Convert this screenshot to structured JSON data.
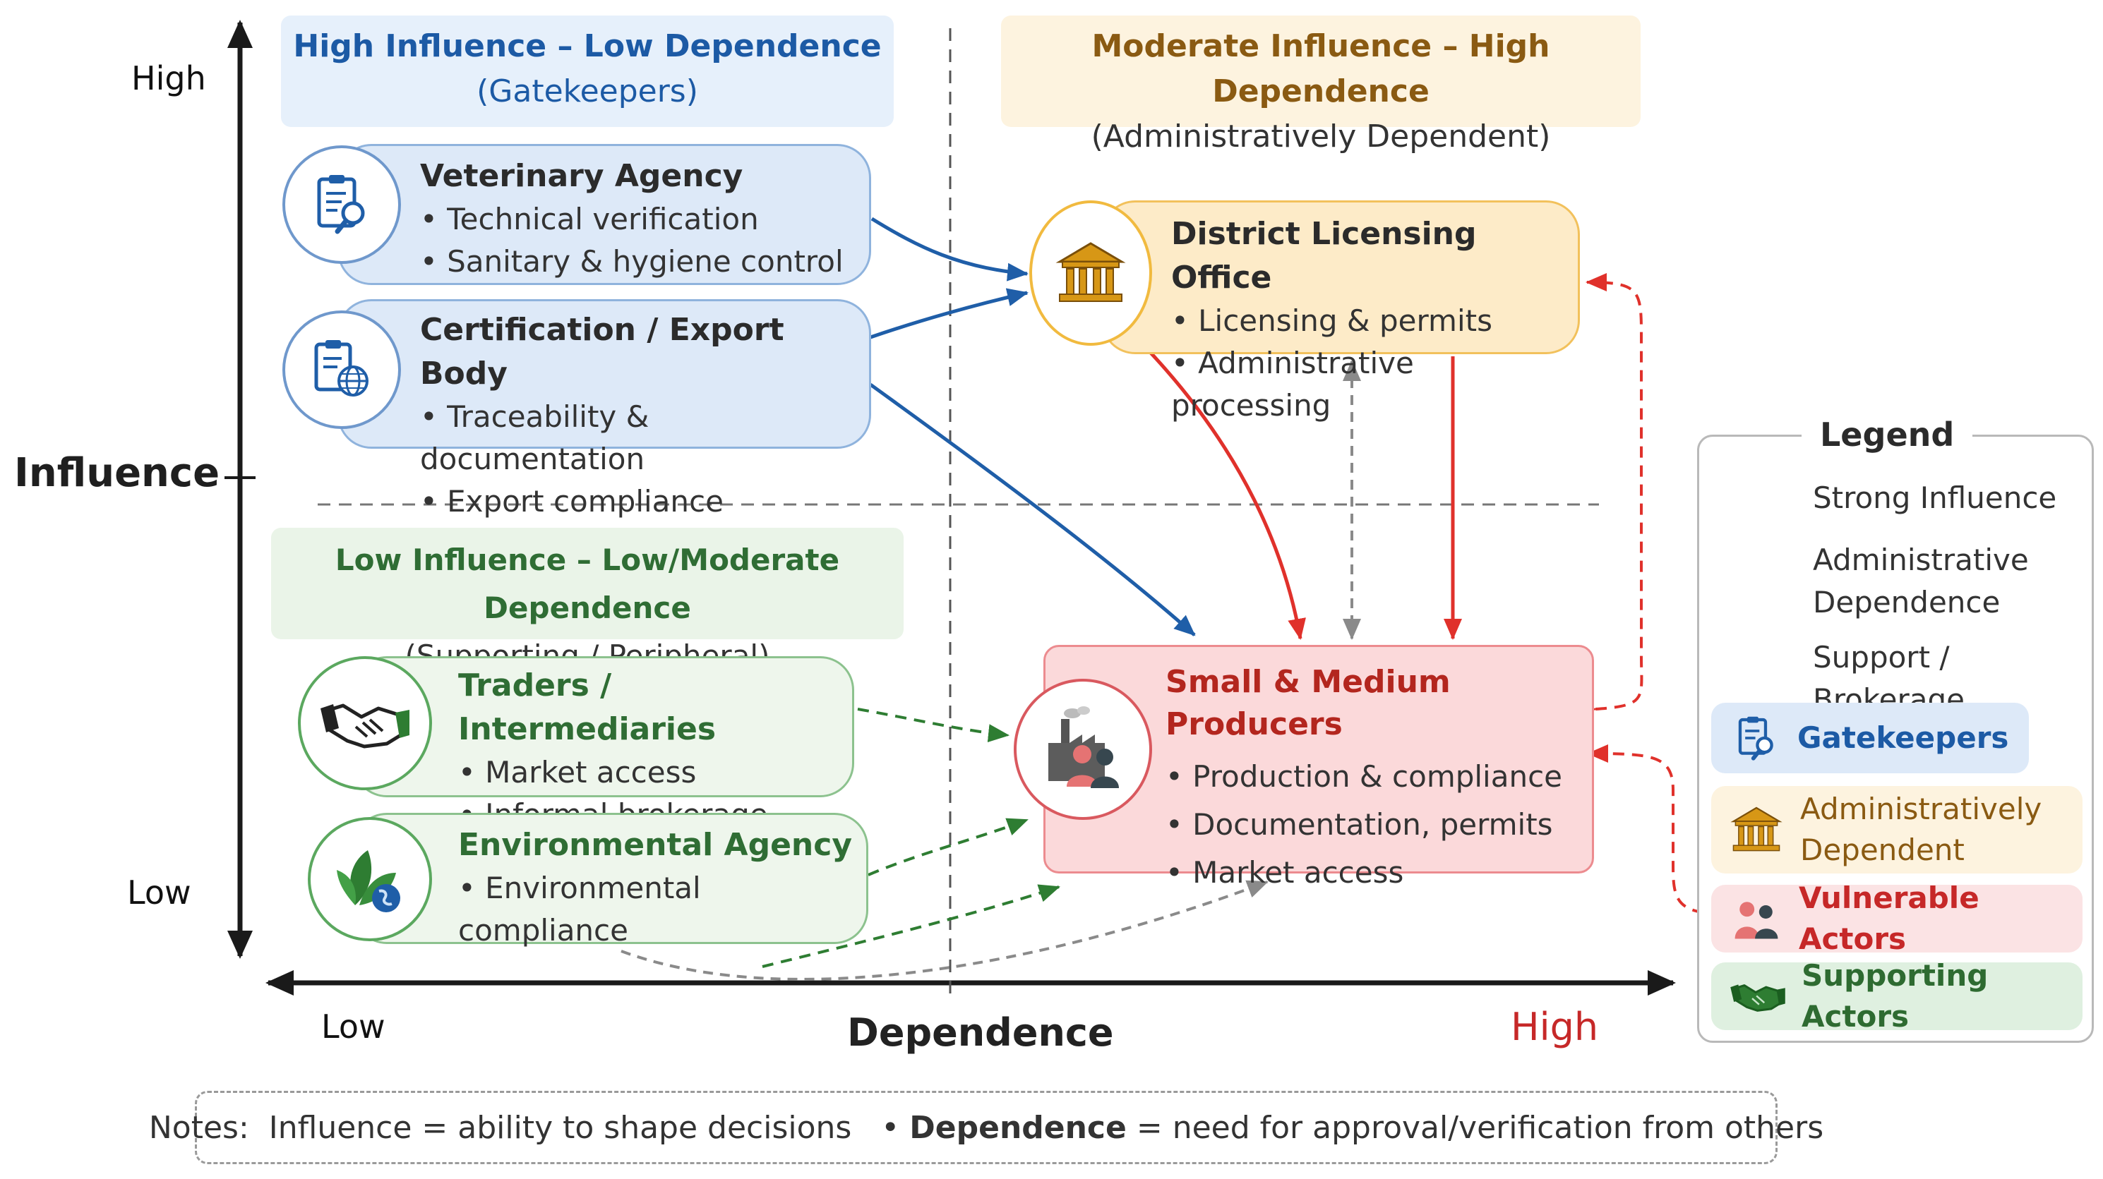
{
  "axes": {
    "y_label": "Influence",
    "y_high": "High",
    "y_low": "Low",
    "x_label": "Dependence",
    "x_low": "Low",
    "x_high": "High"
  },
  "quadrants": {
    "gatekeepers": {
      "title": "High Influence – Low Dependence",
      "subtitle": "(Gatekeepers)"
    },
    "admin": {
      "title": "Moderate Influence – High Dependence",
      "subtitle": "(Administratively Dependent)"
    },
    "support": {
      "title": "Low Influence – Low/Moderate Dependence",
      "subtitle": "(Supporting / Peripheral)"
    }
  },
  "actors": {
    "veterinary": {
      "title": "Veterinary Agency",
      "items": [
        "Technical verification",
        "Sanitary & hygiene control"
      ],
      "icon": "clipboard-magnifier-icon"
    },
    "certification": {
      "title": "Certification / Export Body",
      "items": [
        "Traceability & documentation",
        "Export compliance"
      ],
      "icon": "clipboard-globe-icon"
    },
    "licensing": {
      "title": "District Licensing Office",
      "items": [
        "Licensing & permits",
        "Administrative processing"
      ],
      "icon": "government-building-icon"
    },
    "producers": {
      "title": "Small & Medium Producers",
      "items": [
        "Production & compliance",
        "Documentation, permits",
        "Market  access"
      ],
      "icon": "factory-people-icon"
    },
    "traders": {
      "title": "Traders / Intermediaries",
      "items": [
        "Market access",
        "Informal brokerage"
      ],
      "icon": "handshake-icon"
    },
    "environmental": {
      "title": "Environmental Agency",
      "items": [
        "Environmental compliance"
      ],
      "icon": "leaves-globe-icon"
    }
  },
  "legend": {
    "title": "Legend",
    "strong": "Strong Influence",
    "admin_line1": "Administrative",
    "admin_line2": "Dependence",
    "support": "Support / Brokerage",
    "gatekeepers": "Gatekeepers",
    "admin_dep_line1": "Administratively",
    "admin_dep_line2": "Dependent",
    "vulnerable": "Vulnerable Actors",
    "supporting": "Supporting Actors"
  },
  "notes": {
    "prefix": "Notes:  Influence = ability to shape decisions   • ",
    "bold": "Dependence",
    "suffix": " = need for approval/verification from others"
  },
  "colors": {
    "strong_influence": "#1f5ea8",
    "administrative_dependence": "#e0312b",
    "support_brokerage": "#2e7d32",
    "neutral_link": "#8a8a8a"
  }
}
